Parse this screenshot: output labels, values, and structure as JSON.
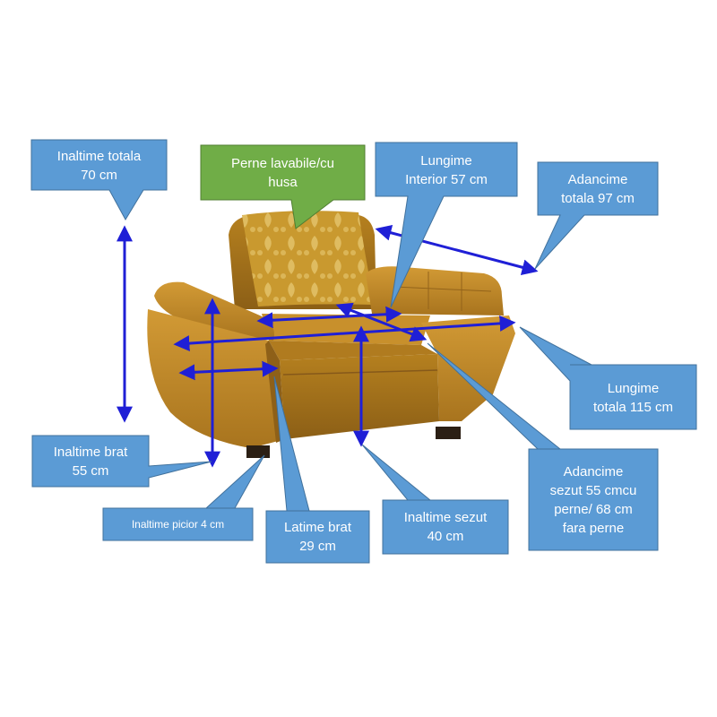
{
  "colors": {
    "callout_blue": "#5b9bd5",
    "callout_green": "#70ad47",
    "arrow": "#1f1fd6",
    "sofa": "#c08a2a"
  },
  "labels": {
    "inaltime_totala": [
      "Inaltime totala",
      "70 cm"
    ],
    "perne": [
      "Perne lavabile/cu",
      "husa"
    ],
    "lungime_interior": [
      "Lungime",
      "Interior 57 cm"
    ],
    "adancime_totala": [
      "Adancime",
      "totala 97 cm"
    ],
    "lungime_totala": [
      "Lungime",
      "totala 115 cm"
    ],
    "adancime_sezut": [
      "Adancime",
      "sezut 55 cmcu",
      "perne/ 68 cm",
      "fara perne"
    ],
    "inaltime_sezut": [
      "Inaltime sezut",
      "40 cm"
    ],
    "latime_brat": [
      "Latime brat",
      "29 cm"
    ],
    "inaltime_picior": [
      "Inaltime picior 4 cm"
    ],
    "inaltime_brat": [
      "Inaltime brat",
      "55 cm"
    ]
  }
}
